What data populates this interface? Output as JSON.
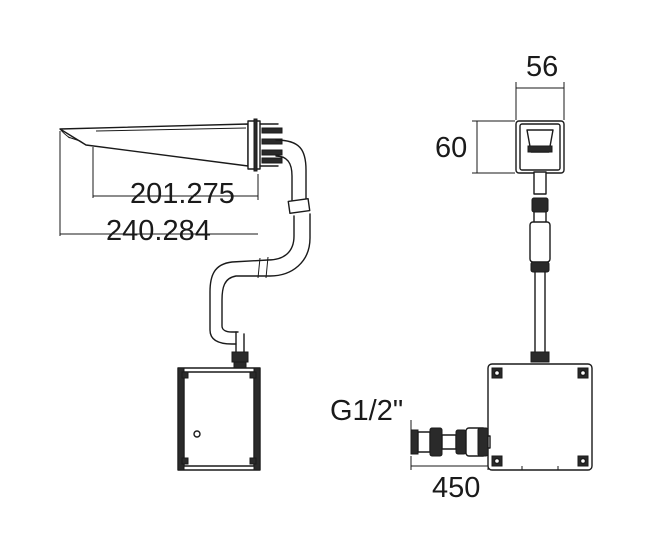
{
  "dimensions": {
    "spout_short": "201.275",
    "spout_long": "240.284",
    "width": "56",
    "height": "60",
    "thread": "G1/2\"",
    "hose": "450"
  }
}
